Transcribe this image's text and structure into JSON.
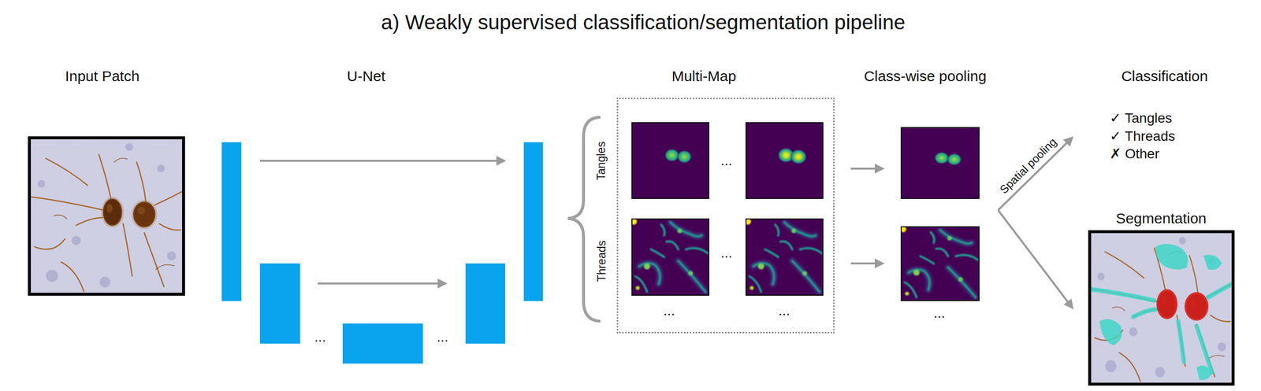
{
  "diagram": {
    "title": "a) Weakly supervised classification/segmentation pipeline",
    "nodes": [
      {
        "text": [
          "Input Patch"
        ]
      },
      {
        "text": [
          "U-Net"
        ]
      },
      {
        "text": [
          "Multi-Map"
        ]
      },
      {
        "text": [
          "Class-wise pooling"
        ]
      },
      {
        "text": [
          "Classification",
          "✓ Tangles",
          "✓ Threads",
          "✗ Other"
        ]
      },
      {
        "text": [
          "Segmentation"
        ]
      }
    ],
    "edges": [
      {
        "from": 2,
        "to": 3,
        "arrow": "to"
      },
      {
        "from": 2,
        "to": 3,
        "arrow": "to"
      },
      {
        "from": 3,
        "to": 4,
        "arrow": "to",
        "label": "Spatial pooling"
      },
      {
        "from": 3,
        "to": 5,
        "arrow": "to"
      }
    ],
    "labels": [
      "...",
      "...",
      "Tangles",
      "Threads",
      "...",
      "...",
      "...",
      "...",
      "..."
    ]
  }
}
